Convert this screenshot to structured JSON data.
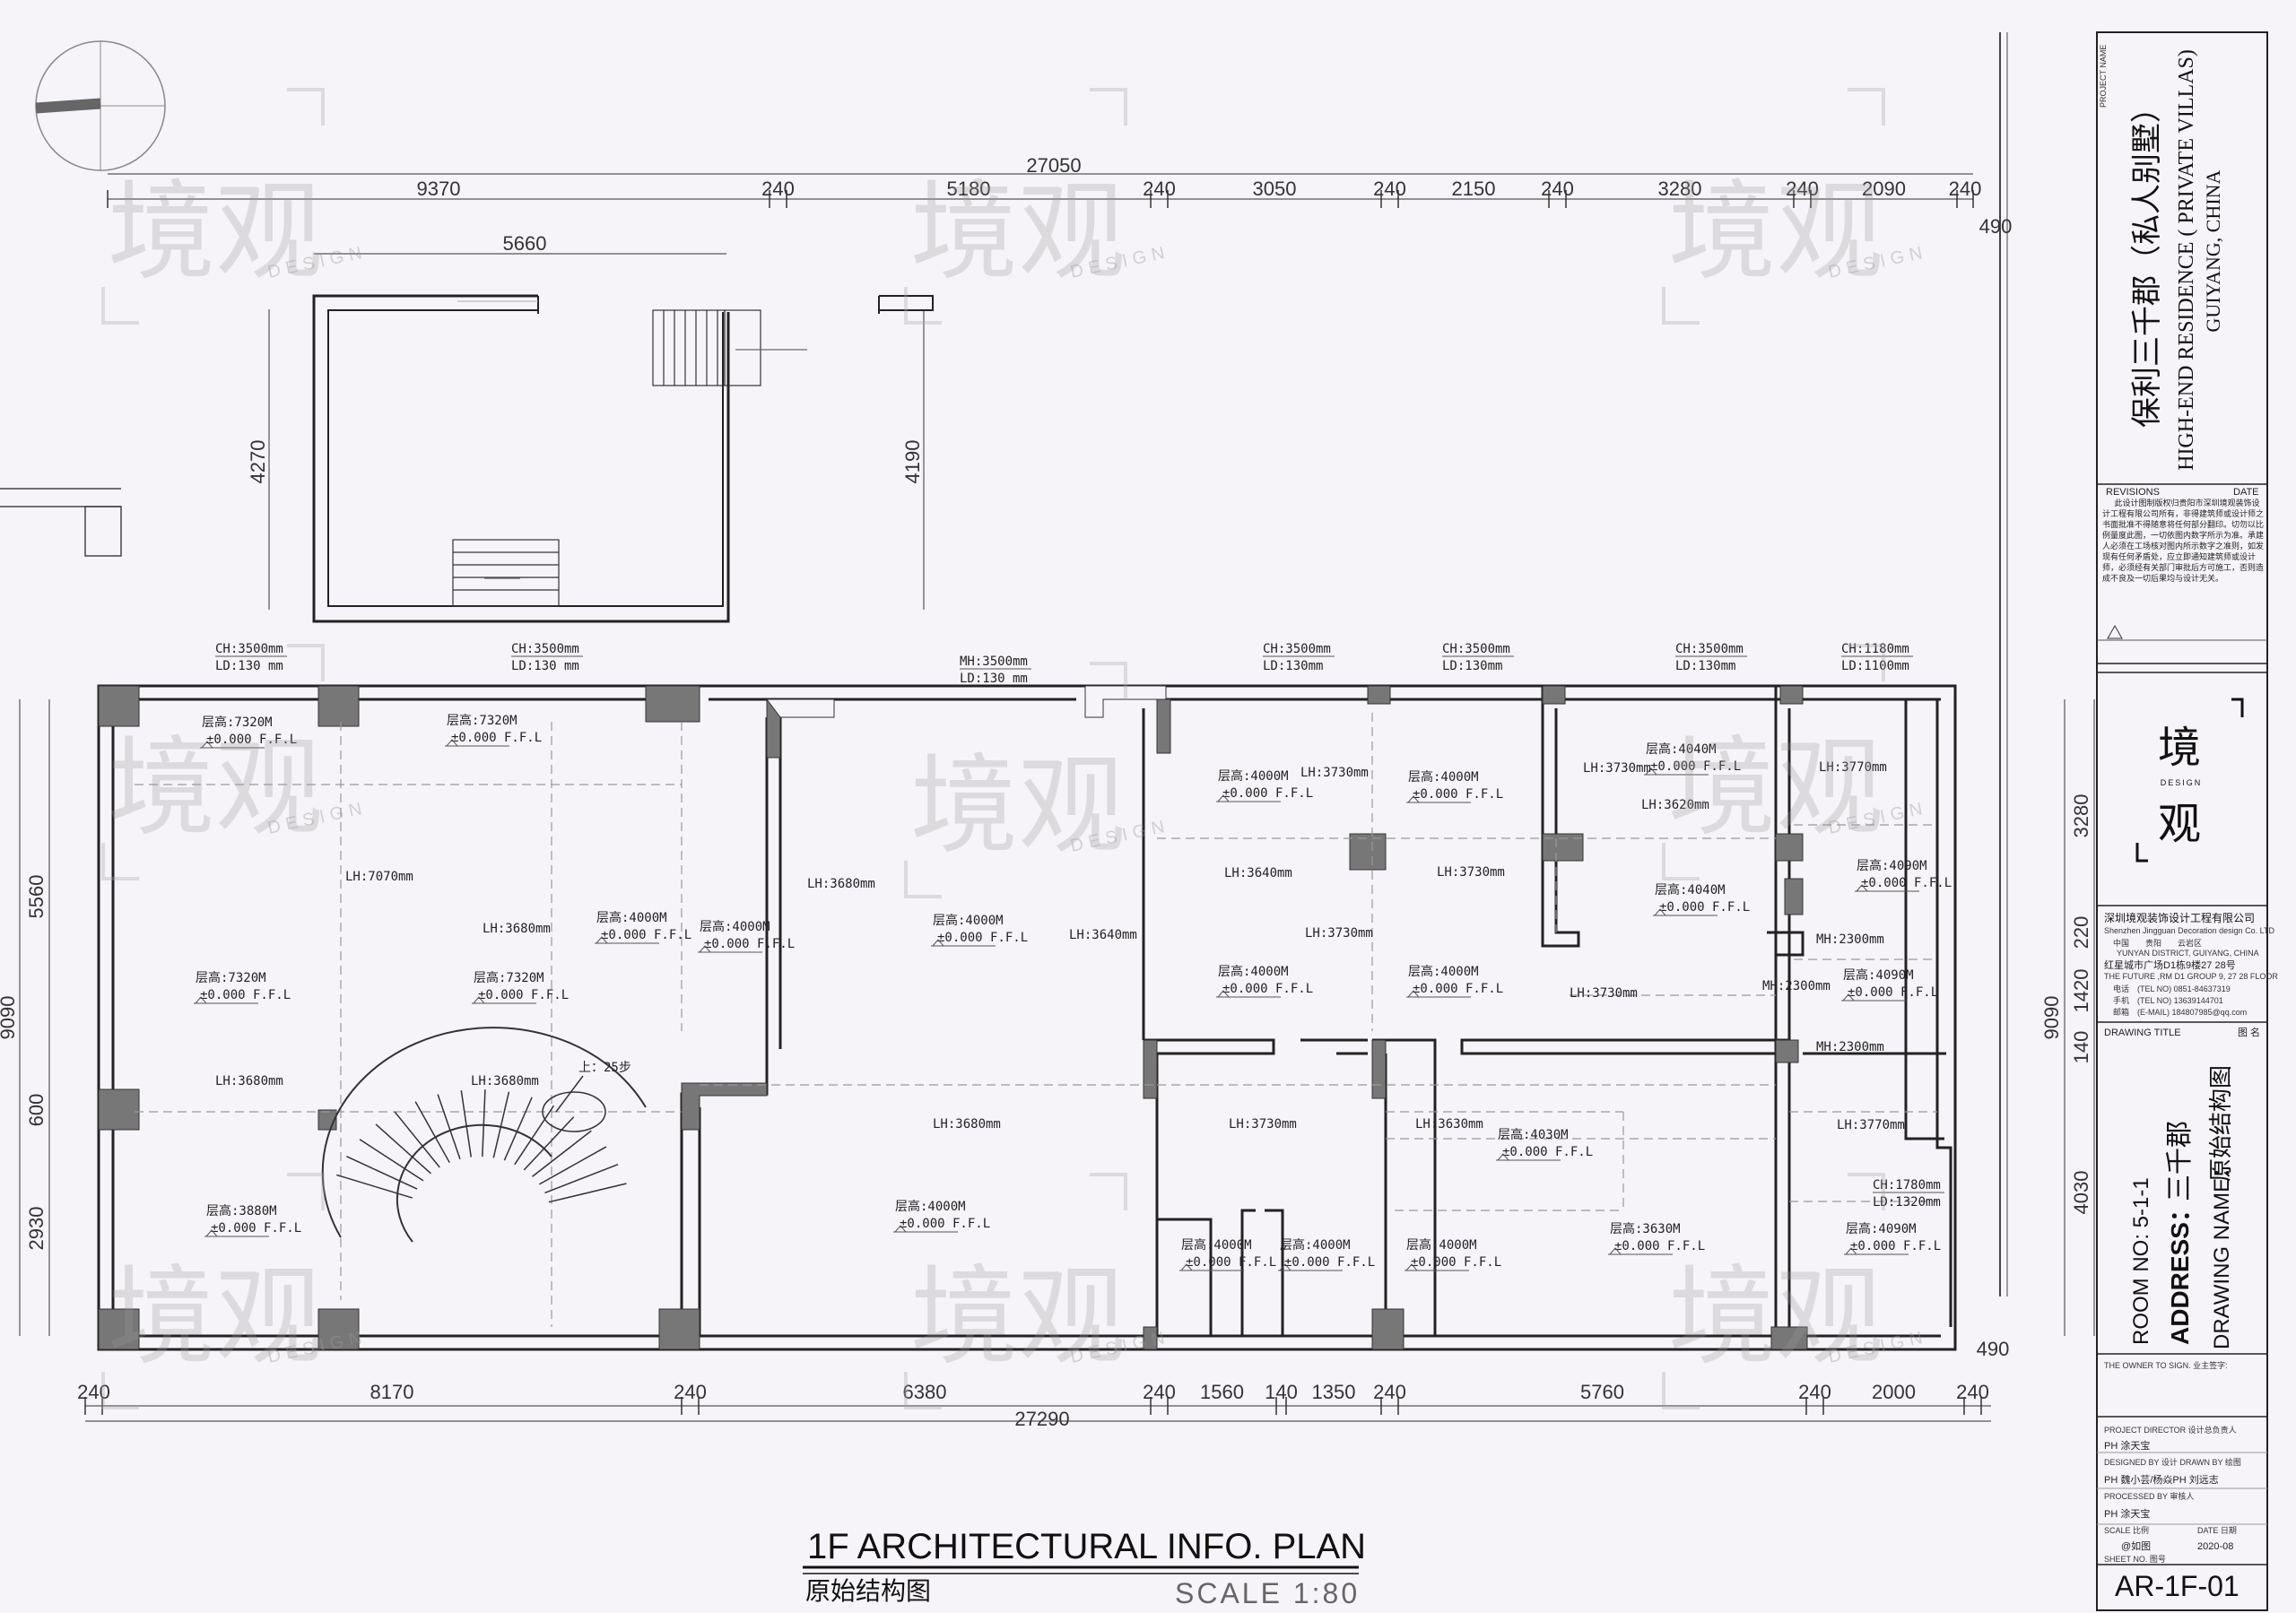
{
  "drawing": {
    "title_en": "1F ARCHITECTURAL INFO.  PLAN",
    "title_cn": "原始结构图",
    "scale": "SCALE  1:80"
  },
  "watermark": {
    "text": "境观",
    "sub": "DESIGN"
  },
  "dims_top": {
    "total": "27050",
    "segments": [
      "9370",
      "240",
      "5180",
      "240",
      "3050",
      "240",
      "2150",
      "240",
      "3280",
      "240",
      "2090",
      "240"
    ],
    "right": "490",
    "upper_width": "5660"
  },
  "dims_bottom": {
    "total": "27290",
    "segments": [
      "240",
      "8170",
      "240",
      "6380",
      "240",
      "1560",
      "140",
      "1350",
      "240",
      "5760",
      "240",
      "2000",
      "240"
    ],
    "right": "490"
  },
  "dims_left": {
    "overall": "9090",
    "parts": [
      "5560",
      "600",
      "2930"
    ]
  },
  "dims_right": {
    "overall": "9090",
    "parts": [
      "3280",
      "220",
      "1420",
      "140",
      "4030"
    ]
  },
  "dims_upper": {
    "left": "4270",
    "right": "4190"
  },
  "stair_note": "上：25步",
  "ceiling_labels": [
    {
      "t1": "CH:3500mm",
      "t2": "LD:130 mm"
    },
    {
      "t1": "CH:3500mm",
      "t2": "LD:130 mm"
    },
    {
      "t1": "MH:3500mm",
      "t2": "LD:130 mm"
    },
    {
      "t1": "CH:3500mm",
      "t2": "LD:130mm"
    },
    {
      "t1": "CH:3500mm",
      "t2": "LD:130mm"
    },
    {
      "t1": "CH:3500mm",
      "t2": "LD:130mm"
    },
    {
      "t1": "CH:1180mm",
      "t2": "LD:1100mm"
    },
    {
      "t1": "CH:1780mm",
      "t2": "LD:1320mm"
    }
  ],
  "room_heights": [
    {
      "h": "层高:7320M",
      "f": "±0.000 F.F.L"
    },
    {
      "h": "层高:7320M",
      "f": "±0.000 F.F.L"
    },
    {
      "h": "层高:7320M",
      "f": "±0.000 F.F.L"
    },
    {
      "h": "层高:7320M",
      "f": "±0.000 F.F.L"
    },
    {
      "h": "层高:4000M",
      "f": "±0.000 F.F.L"
    },
    {
      "h": "层高:4000M",
      "f": "±0.000 F.F.L"
    },
    {
      "h": "层高:4000M",
      "f": "±0.000 F.F.L"
    },
    {
      "h": "层高:3880M",
      "f": "±0.000 F.F.L"
    },
    {
      "h": "层高:4000M",
      "f": "±0.000 F.F.L"
    },
    {
      "h": "层高:4000M",
      "f": "±0.000 F.F.L"
    },
    {
      "h": "层高:4000M",
      "f": "±0.000 F.F.L"
    },
    {
      "h": "层高:4000M",
      "f": "±0.000 F.F.L"
    },
    {
      "h": "层高:4000M",
      "f": "±0.000 F.F.L"
    },
    {
      "h": "层高:4000M",
      "f": "±0.000 F.F.L"
    },
    {
      "h": "层高:4000M",
      "f": "±0.000 F.F.L"
    },
    {
      "h": "层高:4040M",
      "f": "±0.000 F.F.L"
    },
    {
      "h": "层高:4040M",
      "f": "±0.000 F.F.L"
    },
    {
      "h": "层高:4030M",
      "f": "±0.000 F.F.L"
    },
    {
      "h": "层高:4000M",
      "f": "±0.000 F.F.L"
    },
    {
      "h": "层高:3630M",
      "f": "±0.000 F.F.L"
    },
    {
      "h": "层高:4090M",
      "f": "±0.000 F.F.L"
    },
    {
      "h": "层高:4090M",
      "f": "±0.000 F.F.L"
    },
    {
      "h": "层高:4090M",
      "f": "±0.000 F.F.L"
    }
  ],
  "beam_labels": [
    "LH:7070mm",
    "LH:3680mm",
    "LH:3680mm",
    "LH:3680mm",
    "LH:3680mm",
    "LH:3640mm",
    "LH:3640mm",
    "LH:3730mm",
    "LH:3730mm",
    "LH:3730mm",
    "LH:3730mm",
    "LH:3730mm",
    "LH:3620mm",
    "LH:3770mm",
    "LH:3770mm",
    "LH:3630mm",
    "LH:3680mm",
    "LH:3730mm",
    "MH:2300mm",
    "MH:2300mm",
    "MH:2300mm"
  ],
  "title_block": {
    "project_name_label": "PROJECT NAME",
    "project_cn": "保利三千郡（私人别墅）",
    "project_en": "HIGH-END RESIDENCE ( PRIVATE VILLAS)",
    "location": "GUIYANG, CHINA",
    "revisions_label": "REVISIONS",
    "date_label": "DATE",
    "notice": "此设计图制版权归贵阳市深圳境观装饰设计工程有限公司所有，非得建筑师或设计师之书面批准不得随意将任何部分翻印。切勿以比例量度此图，一切依图内数字所示为准。承建人必须在工场核对图内所示数字之准则，如发现有任何矛盾处，应立即通知建筑师或设计师，必须经有关部门审批后方可施工，否则造成不良及一切后果均与设计无关。",
    "logo_char1": "境",
    "logo_sub": "DESIGN",
    "logo_char2": "观",
    "company_cn": "深圳境观装饰设计工程有限公司",
    "company_en": "Shenzhen Jingguan Decoration design Co. LTD",
    "addr1": "中国　　贵阳　　云岩区",
    "addr2": "YUNYAN DISTRICT, GUIYANG, CHINA",
    "addr3": "红星城市广场D1栋9楼27 28号",
    "addr4": "THE FUTURE ,RM D1 GROUP 9, 27 28 FLOOR",
    "tel": "电话　(TEL NO) 0851-84637319",
    "mobile": "手机　(TEL NO) 13639144701",
    "email": "邮箱　(E-MAIL) 184807985@qq.com",
    "drawing_title_label": "DRAWING TITLE",
    "drawing_title_cn": "图 名",
    "room_no": "ROOM NO: 5-1-1",
    "address_label": "ADDRESS：",
    "address_value": "三千郡",
    "drawing_name_label": "DRAWING NAME：",
    "drawing_name_value": "原始结构图",
    "owner_sign": "THE OWNER TO SIGN.  业主签字:",
    "director_label": "PROJECT DIRECTOR  设计总负责人",
    "director_name": "PH    涂天宝",
    "designed_label": "DESIGNED BY  设计  DRAWN BY  绘图",
    "designed_names": "PH    魏小芸/杨焱PH  刘远志",
    "processed_label": "PROCESSED BY  审核人",
    "processed_name": "PH    涂天宝",
    "scale_label": "SCALE  比例",
    "date_label2": "DATE  日期",
    "scale_value": "@如图",
    "date_value": "2020-08",
    "sheet_label": "SHEET NO. 图号",
    "sheet_no": "AR-1F-01"
  }
}
